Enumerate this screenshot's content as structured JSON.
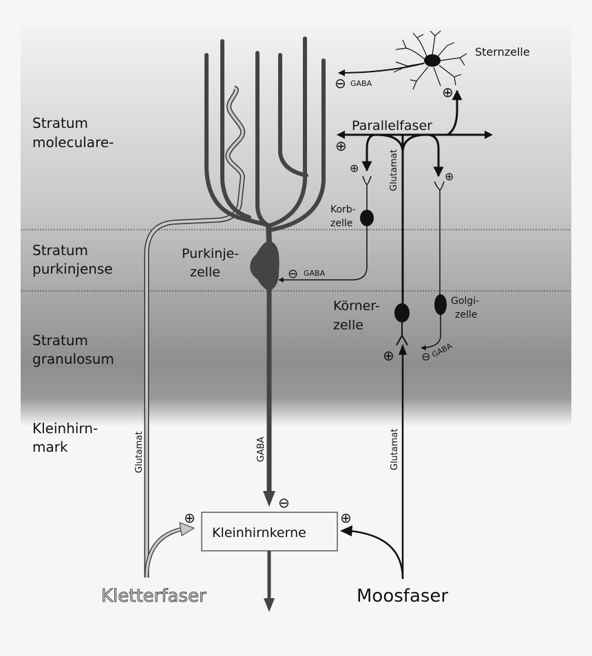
{
  "layers": {
    "molecular": [
      "Stratum",
      "moleculare-"
    ],
    "purkinje": [
      "Stratum",
      "purkinjense"
    ],
    "granular": [
      "Stratum",
      "granulosum"
    ],
    "medulla": [
      "Kleinhirn-",
      "mark"
    ]
  },
  "cells": {
    "sternzelle": "Sternzelle",
    "parallelfaser": "Parallelfaser",
    "korbzelle": [
      "Korb-",
      "zelle"
    ],
    "purkinjezelle": [
      "Purkinje-",
      "zelle"
    ],
    "koernerzelle": [
      "Körner-",
      "zelle"
    ],
    "golgizelle": [
      "Golgi-",
      "zelle"
    ]
  },
  "fibers": {
    "kletterfaser": "Kletterfaser",
    "moosfaser": "Moosfaser"
  },
  "nuclei": {
    "label": "Kleinhirnkerne"
  },
  "transmitters": {
    "gaba": "GABA",
    "glutamat": "Glutamat"
  },
  "signs": {
    "excitatory": "⊕",
    "inhibitory": "⊖"
  },
  "colors": {
    "page": "#f6f6f6",
    "band_top": "#f2f2f2",
    "band_mid": "#c7c7c7",
    "band_bottom": "#8e8e8e",
    "purkinje": "#444444",
    "neuron_dark": "#111111",
    "climbing_fiber": "#c8c8c8"
  }
}
